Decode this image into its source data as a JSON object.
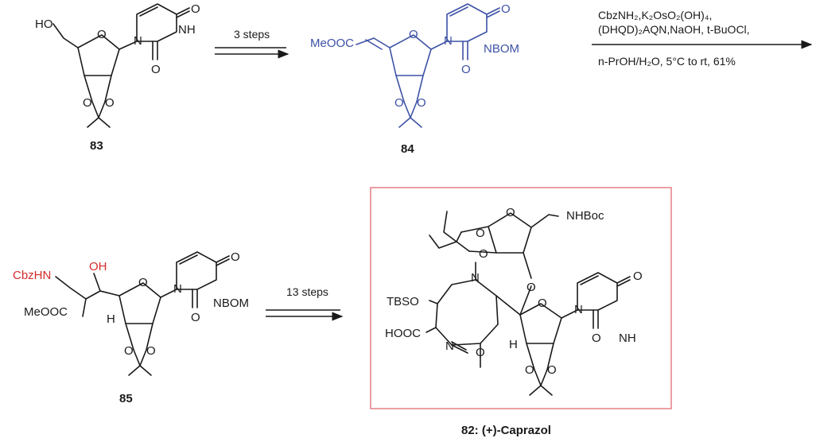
{
  "compounds": {
    "c83": {
      "number": "83"
    },
    "c84": {
      "number": "84"
    },
    "c85": {
      "number": "85"
    },
    "c82": {
      "number": "82: (+)-Caprazol"
    }
  },
  "labels": {
    "O": "O",
    "HO": "HO",
    "OH": "OH",
    "N": "N",
    "NH": "NH",
    "H": "H",
    "NBOM": "NBOM",
    "MeOOC": "MeOOC",
    "CbzHN": "CbzHN",
    "TBSO": "TBSO",
    "HOOC": "HOOC",
    "NHBoc": "NHBoc"
  },
  "arrows": {
    "a1": {
      "text": "3 steps"
    },
    "a2": {
      "line1": "CbzNH₂,K₂OsO₂(OH)₄,",
      "line2": "(DHQD)₂AQN,NaOH, t-BuOCl,",
      "line3": "n-PrOH/H₂O, 5°C to rt, 61%"
    },
    "a3": {
      "text": "13 steps"
    }
  },
  "colors": {
    "blue": "#3d52a6",
    "red": "#d62b2b",
    "box": "#e8868e"
  }
}
